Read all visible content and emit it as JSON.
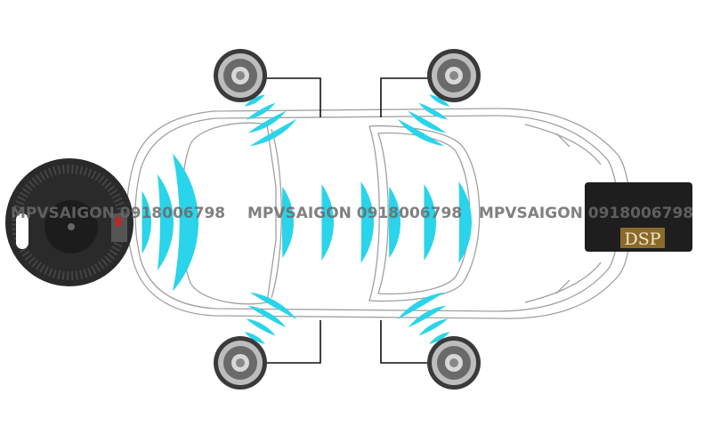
{
  "diagram": {
    "dsp_label": "DSP",
    "watermarks": [
      "MPVSAIGON 0918006798",
      "MPVSAIGON 0918006798",
      "MPVSAIGON 0918006798"
    ],
    "colors": {
      "sound_wave": "#2ad4ea",
      "car_outline": "#9a9a9a",
      "wire": "#111111",
      "dsp_body": "#1e1e1e",
      "dsp_label_bg": "#8a6a2c",
      "subwoofer": "#2a2a2a"
    },
    "components": [
      "subwoofer",
      "dsp",
      "speaker-front-left",
      "speaker-front-right",
      "speaker-rear-left",
      "speaker-rear-right"
    ]
  }
}
